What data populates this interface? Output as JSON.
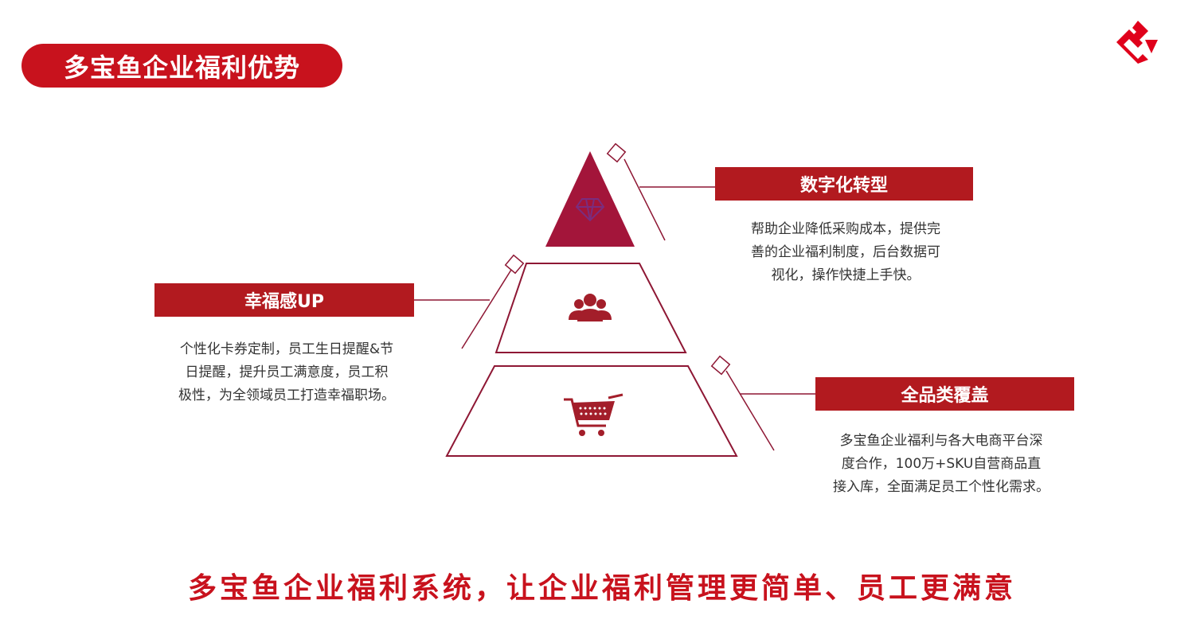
{
  "page": {
    "title": "多宝鱼企业福利优势"
  },
  "logo": {
    "icon": "brand-logo-icon",
    "color": "#e0001b"
  },
  "features": {
    "digital": {
      "heading": "数字化转型",
      "lines": [
        "帮助企业降低采购成本，提供完",
        "善的企业福利制度，后台数据可",
        "视化，操作快捷上手快。"
      ],
      "icon": "diamond-icon"
    },
    "happiness": {
      "heading": "幸福感UP",
      "lines": [
        "个性化卡券定制，员工生日提醒&节",
        "日提醒，提升员工满意度，员工积",
        "极性，为全领域员工打造幸福职场。"
      ],
      "icon": "people-group-icon"
    },
    "coverage": {
      "heading": "全品类覆盖",
      "lines": [
        "多宝鱼企业福利与各大电商平台深",
        "度合作，100万+SKU自营商品直",
        "接入库，全面满足员工个性化需求。"
      ],
      "icon": "shopping-cart-icon"
    }
  },
  "footer": {
    "slogan": "多宝鱼企业福利系统，让企业福利管理更简单、员工更满意"
  },
  "colors": {
    "primary": "#c8121d",
    "banner": "#b21a1f",
    "pyramid_top": "#a3153a",
    "icon": "#a31e2a",
    "outline": "#8e1734"
  }
}
